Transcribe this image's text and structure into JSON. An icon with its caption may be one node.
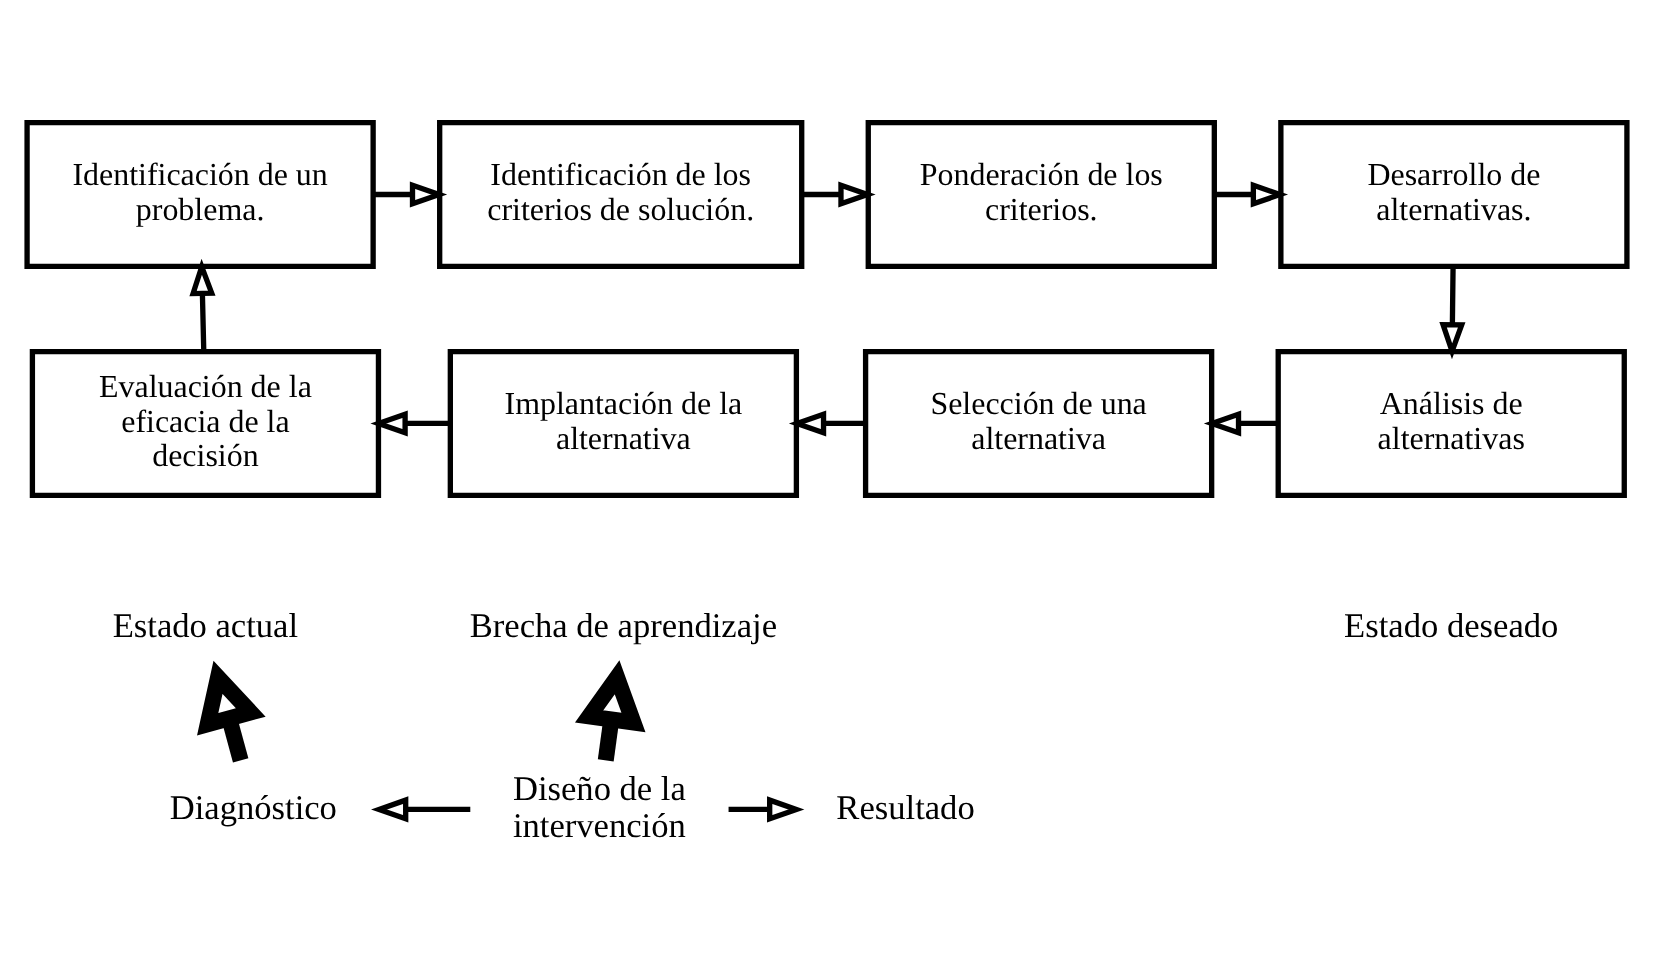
{
  "diagram": {
    "nodes": [
      {
        "text": [
          "Identificación de un problema."
        ]
      },
      {
        "text": [
          "Identificación de los criterios de solución."
        ]
      },
      {
        "text": [
          "Ponderación de los criterios."
        ]
      },
      {
        "text": [
          "Desarrollo de alternativas."
        ]
      },
      {
        "text": [
          "Análisis de alternativas"
        ]
      },
      {
        "text": [
          "Selección de una alternativa"
        ]
      },
      {
        "text": [
          "Implantación de la alternativa"
        ]
      },
      {
        "text": [
          "Evaluación de la eficacia de la decisión"
        ]
      },
      {
        "text": [
          "Estado actual"
        ]
      },
      {
        "text": [
          "Brecha de aprendizaje"
        ]
      },
      {
        "text": [
          "Estado deseado"
        ]
      },
      {
        "text": [
          "Diagnóstico"
        ]
      },
      {
        "text": [
          "Diseño de la intervención"
        ]
      },
      {
        "text": [
          "Resultado"
        ]
      }
    ],
    "edges": [
      {
        "from": 0,
        "to": 1,
        "arrow": "to"
      },
      {
        "from": 1,
        "to": 2,
        "arrow": "to"
      },
      {
        "from": 2,
        "to": 3,
        "arrow": "to"
      },
      {
        "from": 3,
        "to": 4,
        "arrow": "to"
      },
      {
        "from": 4,
        "to": 5,
        "arrow": "to"
      },
      {
        "from": 5,
        "to": 6,
        "arrow": "to"
      },
      {
        "from": 6,
        "to": 7,
        "arrow": "to"
      },
      {
        "from": 7,
        "to": 0,
        "arrow": "to"
      },
      {
        "from": 11,
        "to": 8,
        "arrow": "to",
        "style": "thick"
      },
      {
        "from": 12,
        "to": 9,
        "arrow": "to",
        "style": "thick"
      },
      {
        "from": 12,
        "to": 11,
        "arrow": "to"
      },
      {
        "from": 12,
        "to": 13,
        "arrow": "to"
      }
    ]
  }
}
